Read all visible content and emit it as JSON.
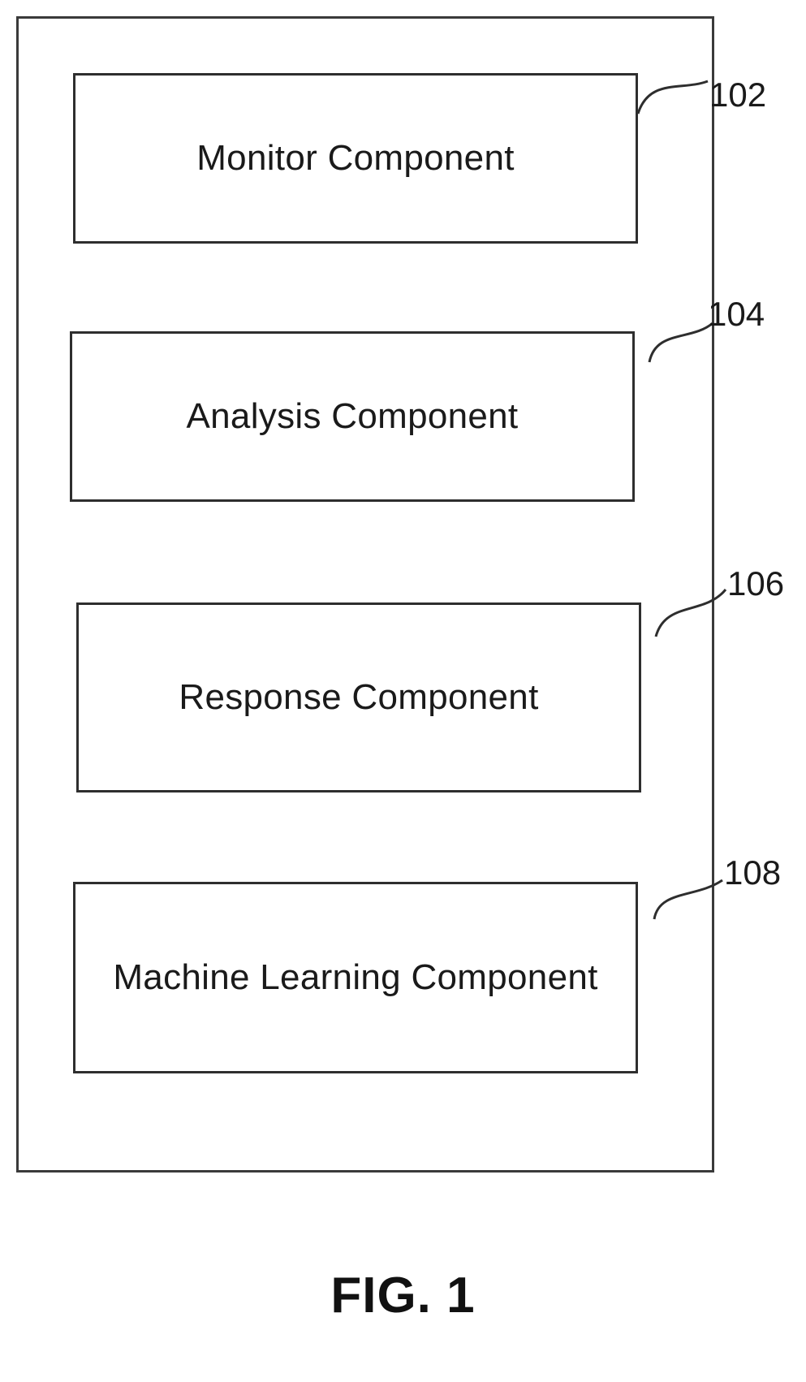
{
  "components": [
    {
      "label": "Monitor Component",
      "ref": "102"
    },
    {
      "label": "Analysis Component",
      "ref": "104"
    },
    {
      "label": "Response Component",
      "ref": "106"
    },
    {
      "label": "Machine Learning Component",
      "ref": "108"
    }
  ],
  "caption": "FIG. 1",
  "colors": {
    "line": "#2e2e2e",
    "text": "#1a1a1a",
    "background": "#ffffff"
  }
}
